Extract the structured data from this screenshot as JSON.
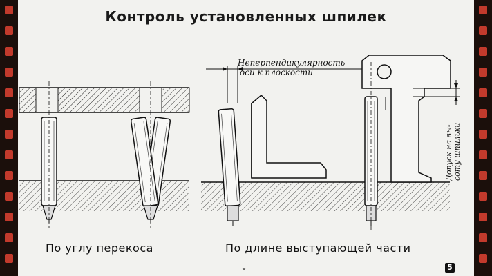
{
  "slide": {
    "title": "Контроль установленных шпилек",
    "caption_left": "По углу перекоса",
    "caption_right": "По длине выступающей части",
    "label_top_line1": "Неперпендикулярность",
    "label_top_line2": "оси к плоскости",
    "label_vertical_line1": "Допуск на вы-",
    "label_vertical_line2": "соту шпильки",
    "page_number": "5",
    "chevron_icon": "chevron-down-icon"
  },
  "colors": {
    "film": "#1b0f0b",
    "perforation": "#c23a2c",
    "paper": "#f2f2ef",
    "ink": "#111111"
  }
}
